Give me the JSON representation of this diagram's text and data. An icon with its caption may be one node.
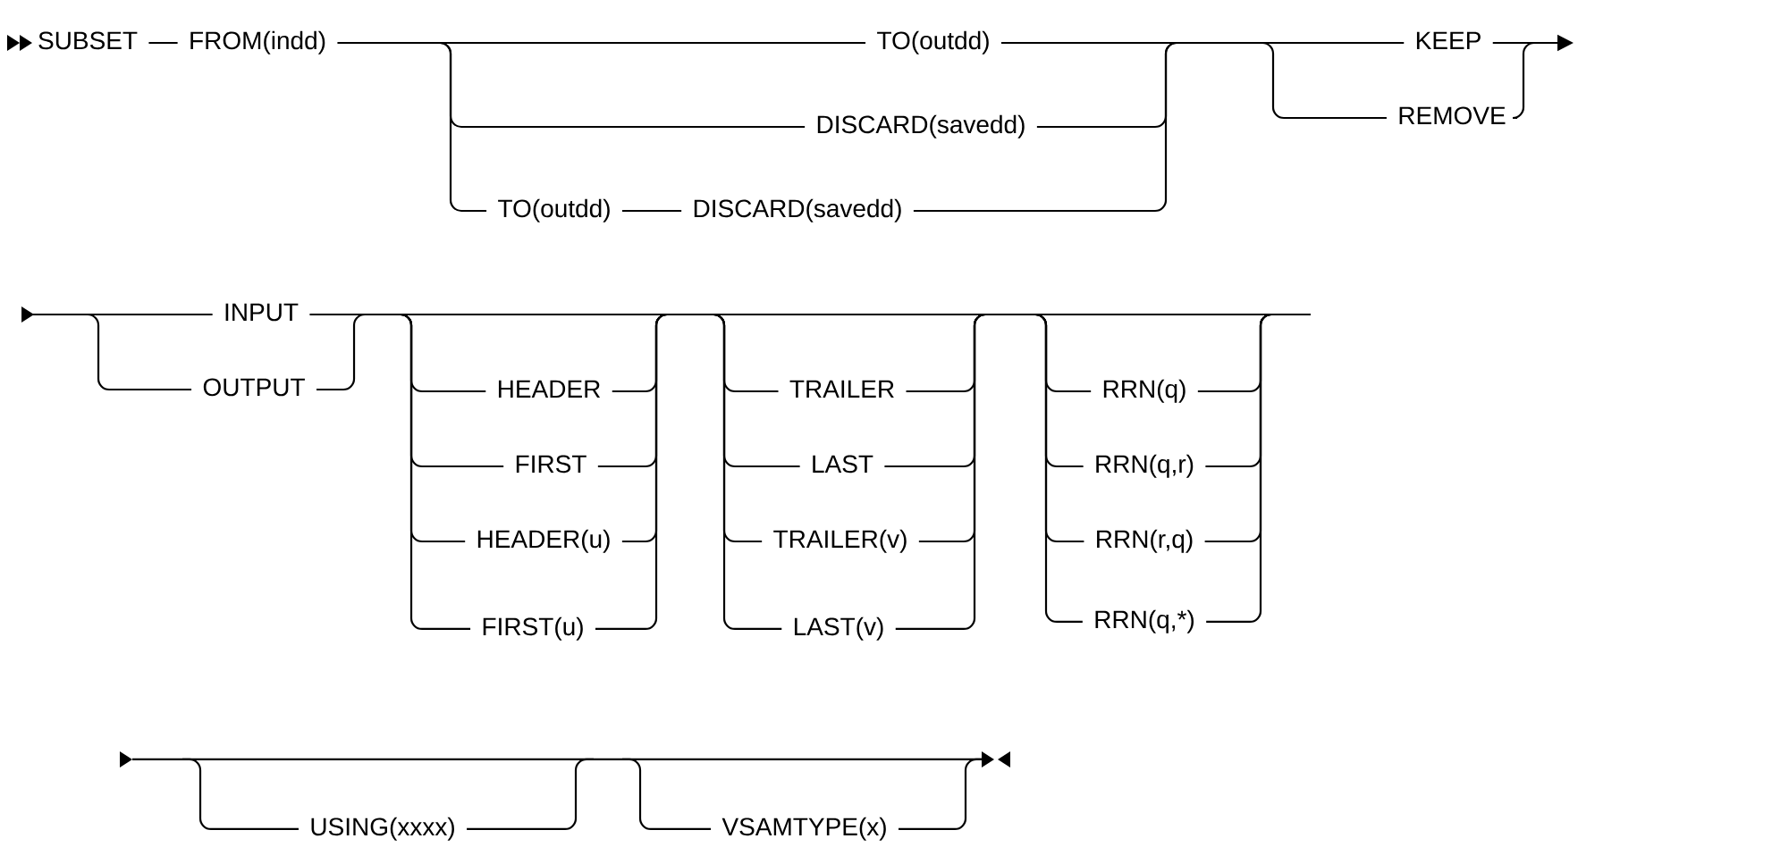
{
  "diagram": {
    "labels": [
      "SUBSET",
      "FROM(indd)",
      "TO(outdd)",
      "KEEP",
      "DISCARD(savedd)",
      "REMOVE",
      "TO(outdd)",
      "DISCARD(savedd)",
      "INPUT",
      "OUTPUT",
      "HEADER",
      "TRAILER",
      "RRN(q)",
      "FIRST",
      "LAST",
      "RRN(q,r)",
      "HEADER(u)",
      "TRAILER(v)",
      "RRN(r,q)",
      "FIRST(u)",
      "LAST(v)",
      "RRN(q,*)",
      "USING(xxxx)",
      "VSAMTYPE(x)"
    ]
  }
}
